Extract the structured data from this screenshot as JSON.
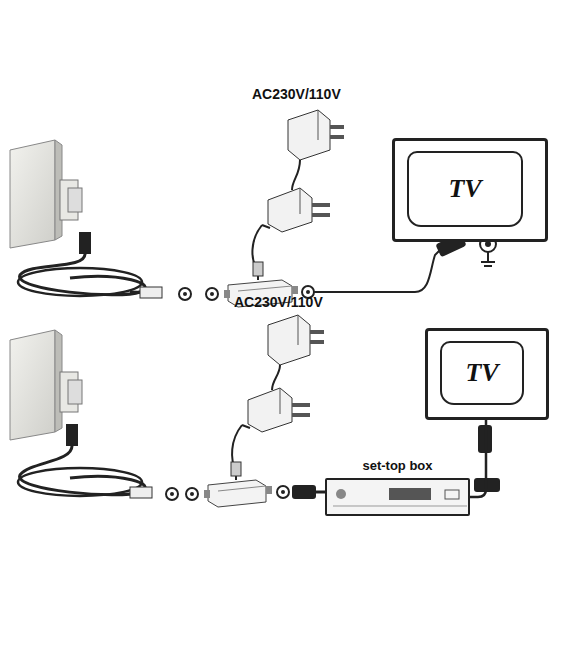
{
  "diagram": {
    "nodes": [
      {
        "text": [
          "TV"
        ]
      },
      {
        "text": [
          "TV"
        ]
      },
      {
        "text": [
          "set-top box"
        ]
      }
    ],
    "edges": [
      {
        "from": 2,
        "to": 1,
        "arrow": "none"
      }
    ],
    "labels": [
      "AC230V/110V",
      "AC230V/110V"
    ]
  }
}
